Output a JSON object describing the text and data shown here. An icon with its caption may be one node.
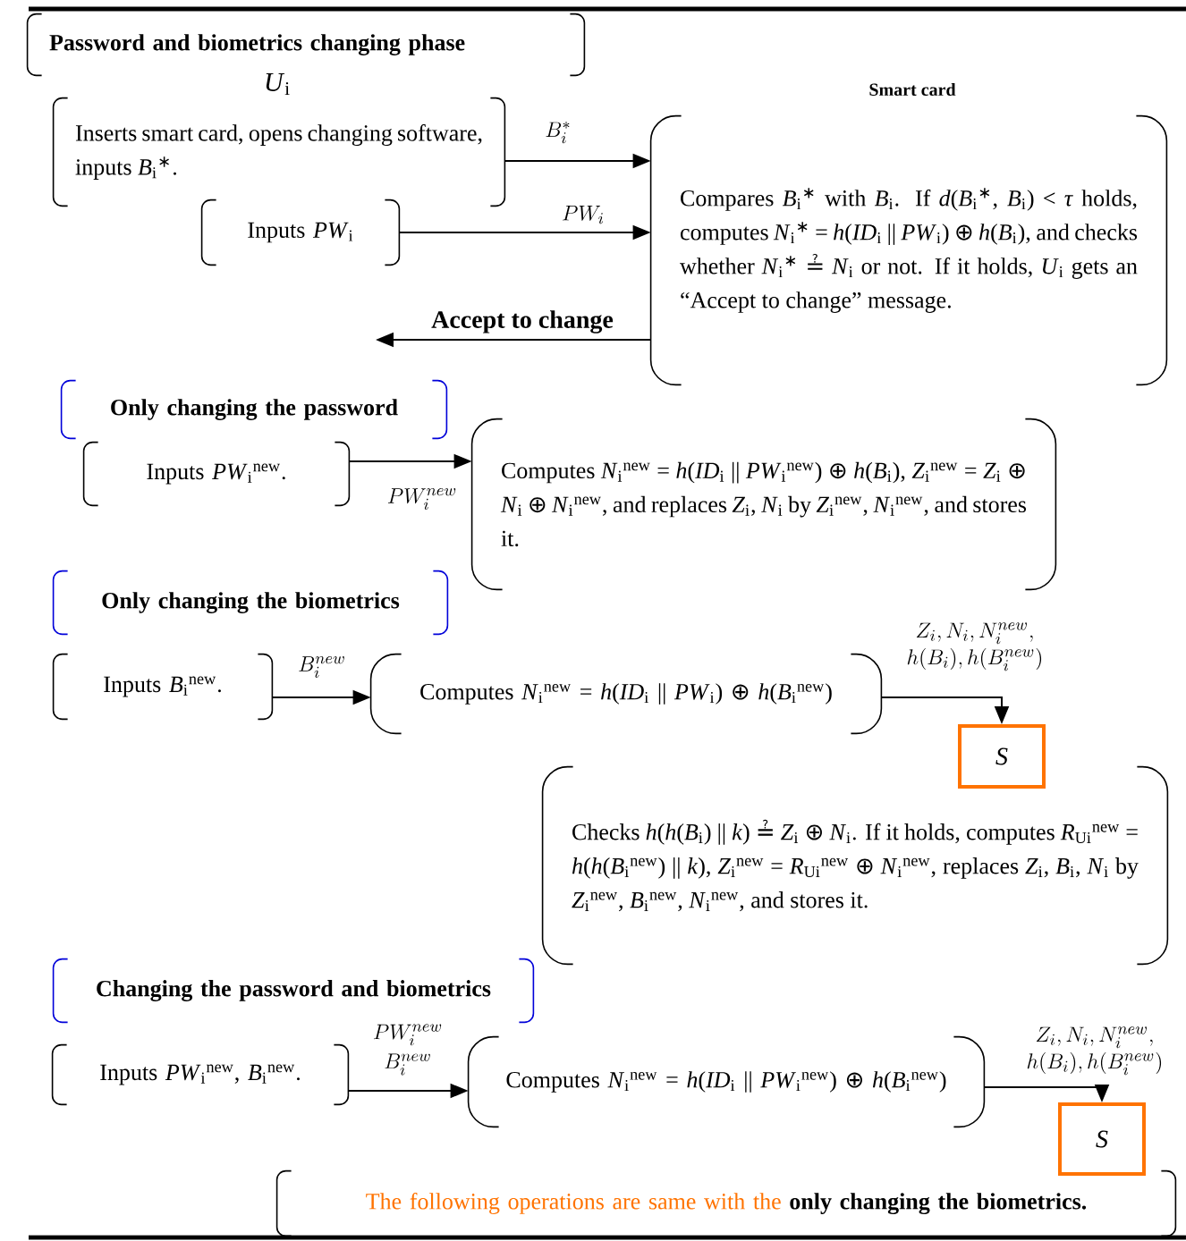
{
  "diagram": {
    "nodes": [
      {
        "text": [
          "Password and biometrics changing phase"
        ]
      },
      {
        "text": [
          "Inserts smart card, opens changing software, inputs *B*$_{i}$$^{∗}$."
        ],
        "beside": [
          "*U*$_{i}$"
        ]
      },
      {
        "text": [
          "Inputs *PW*$_{i}$"
        ]
      },
      {
        "text": [
          "Smart card",
          "Compares *B*$_{i}$$^{∗}$ with *B*$_{i}$. If *d*(*B*$_{i}$$^{∗}$, *B*$_{i}$) < *τ* holds, computes *N*$_{i}$$^{∗}$ = *h*(*ID*$_{i}$ || *PW*$_{i}$) ⊕ *h*(*B*$_{i}$), and checks whether *N*$_{i}$$^{∗}$ ≟ *N*$_{i}$ or not. If it holds, *U*$_{i}$ gets an “Accept to change” message."
        ]
      },
      {
        "text": [
          "Only changing the password"
        ]
      },
      {
        "text": [
          "Inputs *PW*$_{i}$$^{new}$."
        ]
      },
      {
        "text": [
          "Computes *N*$_{i}$$^{new}$ = *h*(*ID*$_{i}$ || *PW*$_{i}$$^{new}$) ⊕ *h*(*B*$_{i}$), *Z*$_{i}$$^{new}$ = *Z*$_{i}$ ⊕ *N*$_{i}$ ⊕ *N*$_{i}$$^{new}$, and replaces *Z*$_{i}$, *N*$_{i}$ by *Z*$_{i}$$^{new}$, *N*$_{i}$$^{new}$, and stores it."
        ]
      },
      {
        "text": [
          "Only changing the biometrics"
        ]
      },
      {
        "text": [
          "Inputs *B*$_{i}$$^{new}$."
        ]
      },
      {
        "text": [
          "Computes *N*$_{i}$$^{new}$ = *h*(*ID*$_{i}$ || *PW*$_{i}$) ⊕ *h*(*B*$_{i}$$^{new}$)"
        ]
      },
      {
        "text": [
          "S"
        ]
      },
      {
        "text": [
          "Checks *h*(*h*(*B*$_{i}$) || *k*) ≟ *Z*$_{i}$ ⊕ *N*$_{i}$. If it holds, computes *R*$_{Ui}$$^{new}$ = *h*(*h*(*B*$_{i}$$^{new}$) || *k*), *Z*$_{i}$$^{new}$ = *R*$_{Ui}$$^{new}$ ⊕ *N*$_{i}$$^{new}$, replaces *Z*$_{i}$, *B*$_{i}$, *N*$_{i}$ by *Z*$_{i}$$^{new}$, *B*$_{i}$$^{new}$, *N*$_{i}$$^{new}$, and stores it."
        ]
      },
      {
        "text": [
          "Changing the password and biometrics"
        ]
      },
      {
        "text": [
          "Inputs *PW*$_{i}$$^{new}$, *B*$_{i}$$^{new}$."
        ]
      },
      {
        "text": [
          "Computes *N*$_{i}$$^{new}$ = *h*(*ID*$_{i}$ || *PW*$_{i}$$^{new}$) ⊕ *h*(*B*$_{i}$$^{new}$)"
        ]
      },
      {
        "text": [
          "S"
        ]
      },
      {
        "text": [
          "The following operations are same with the **only changing the biometrics.**"
        ]
      }
    ],
    "edges": [
      {
        "from": 1,
        "to": 3,
        "arrow": "to",
        "label": "B_i^*"
      },
      {
        "from": 2,
        "to": 3,
        "arrow": "to",
        "label": "PW_i"
      },
      {
        "from": 3,
        "to": null,
        "arrow": "to",
        "label": "Accept to change"
      },
      {
        "from": 5,
        "to": 6,
        "arrow": "to",
        "label": "PW_i^{new}"
      },
      {
        "from": 8,
        "to": 9,
        "arrow": "to",
        "label": "B_i^{new}"
      },
      {
        "from": 9,
        "to": 10,
        "arrow": "to",
        "label": "\\begin{array}{c}Z_i, N_i, N_i^{new},\\\\ h(B_i), h(B_i^{new})\\end{array}"
      },
      {
        "from": 13,
        "to": 14,
        "arrow": "to",
        "label": "\\genfrac{}{}{0pt}{0}{PW_i^{new}}{B_i^{new}}"
      },
      {
        "from": 14,
        "to": 15,
        "arrow": "to",
        "label": "\\begin{array}{c}Z_i, N_i, N_i^{new},\\\\ h(B_i), h(B_i^{new})\\end{array}"
      }
    ]
  }
}
